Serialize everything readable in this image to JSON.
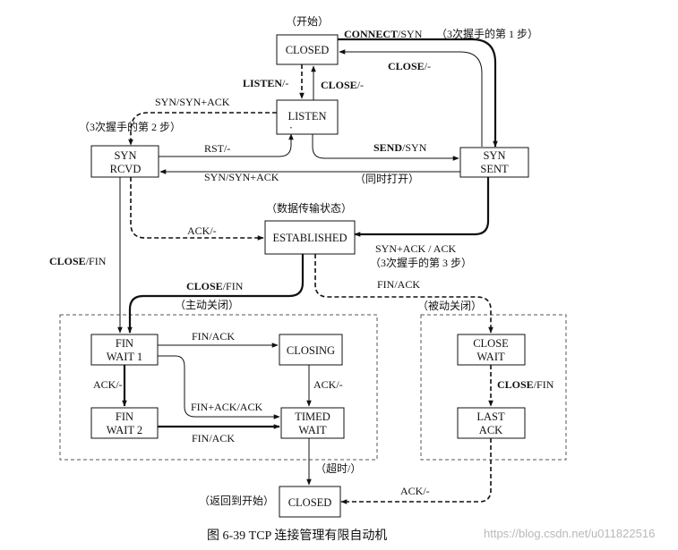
{
  "states": {
    "closed": "CLOSED",
    "listen": "LISTEN",
    "syn_rcvd": [
      "SYN",
      "RCVD"
    ],
    "syn_sent": [
      "SYN",
      "SENT"
    ],
    "established": "ESTABLISHED",
    "fin_wait_1": [
      "FIN",
      "WAIT 1"
    ],
    "fin_wait_2": [
      "FIN",
      "WAIT 2"
    ],
    "closing": "CLOSING",
    "timed_wait": [
      "TIMED",
      "WAIT"
    ],
    "close_wait": [
      "CLOSE",
      "WAIT"
    ],
    "last_ack": [
      "LAST",
      "ACK"
    ],
    "closed_end": "CLOSED"
  },
  "notes": {
    "start": "（开始）",
    "data_transfer": "（数据传输状态）",
    "active_close": "（主动关闭）",
    "passive_close": "（被动关闭）",
    "simultaneous_open": "（同时打开）",
    "timeout": "（超时/）",
    "back_to_start": "（返回到开始）",
    "handshake_1": "（3次握手的第 1 步）",
    "handshake_2": "（3次握手的第 2 步）",
    "handshake_3": "（3次握手的第 3 步）"
  },
  "transitions": {
    "connect_bold": "CONNECT",
    "connect_rest": "/SYN",
    "close_bold": "CLOSE",
    "close_dash": "/-",
    "listen_bold": "LISTEN",
    "listen_dash": "/-",
    "syn_synack": "SYN/SYN+ACK",
    "rst": "RST/-",
    "send_bold": "SEND",
    "send_rest": "/SYN",
    "syn_synack_2": "SYN/SYN+ACK",
    "ack_dash": "ACK/-",
    "synack_ack": "SYN+ACK / ACK",
    "close_fin_bold": "CLOSE",
    "close_fin_rest": "/FIN",
    "fin_ack": "FIN/ACK",
    "ack_dash_2": "ACK/-",
    "finack_ack": "FIN+ACK/ACK",
    "ack_dash_3": "ACK/-",
    "fin_ack_2": "FIN/ACK",
    "fin_ack_3": "FIN/ACK",
    "ack_dash_4": "ACK/-"
  },
  "caption": "图 6-39    TCP 连接管理有限自动机",
  "watermark": "https://blog.csdn.net/u011822516"
}
